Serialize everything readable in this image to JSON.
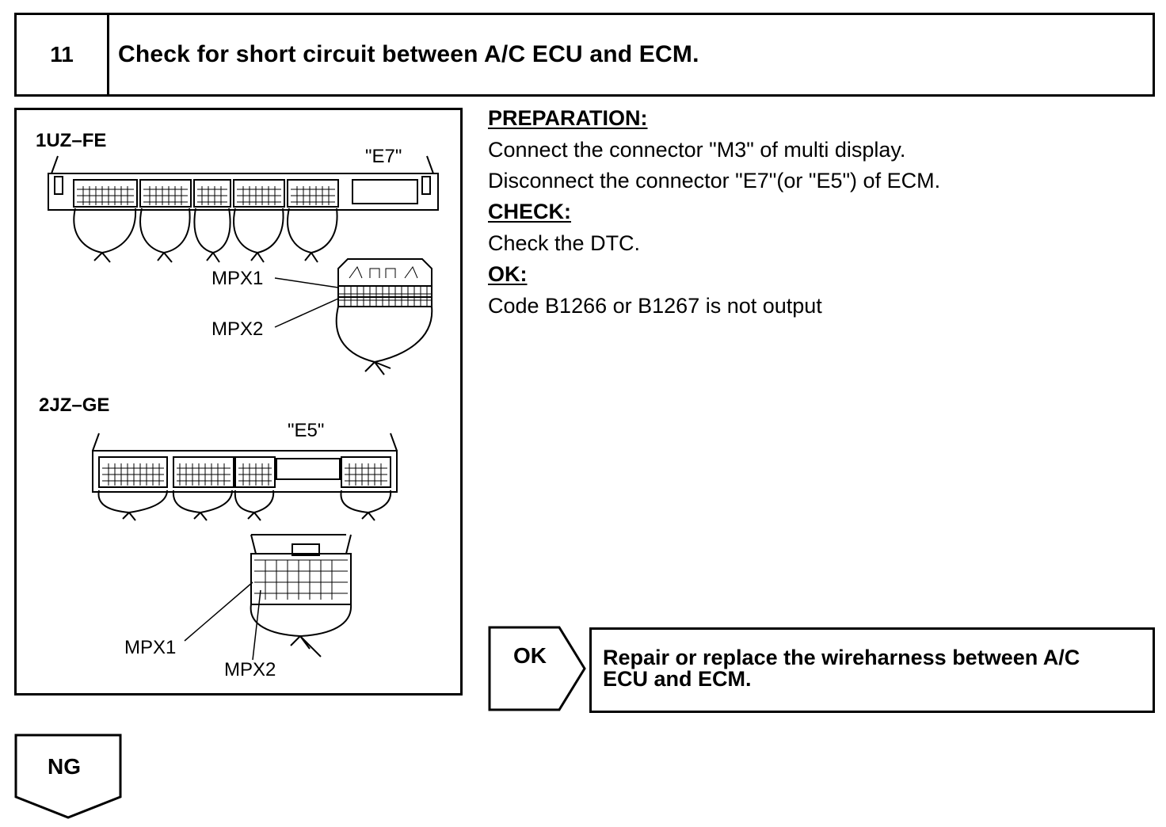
{
  "step": {
    "number": "11",
    "title": "Check for short circuit between A/C ECU and ECM."
  },
  "figure": {
    "engine1": "1UZ–FE",
    "connector1": "\"E7\"",
    "engine1_mpx1": "MPX1",
    "engine1_mpx2": "MPX2",
    "engine2": "2JZ–GE",
    "connector2": "\"E5\"",
    "engine2_mpx1": "MPX1",
    "engine2_mpx2": "MPX2"
  },
  "instructions": {
    "preparation_heading": "PREPARATION:",
    "preparation_line1": "Connect the connector \"M3\" of multi display.",
    "preparation_line2": "Disconnect the connector \"E7\"(or \"E5\") of ECM.",
    "check_heading": "CHECK:",
    "check_line1": "Check the DTC.",
    "ok_heading": "OK:",
    "ok_line1": "Code B1266 or B1267 is not output"
  },
  "ok_branch": {
    "label": "OK",
    "result_line1": "Repair or replace the wireharness between A/C",
    "result_line2": "ECU and ECM."
  },
  "ng_branch": {
    "label": "NG"
  }
}
